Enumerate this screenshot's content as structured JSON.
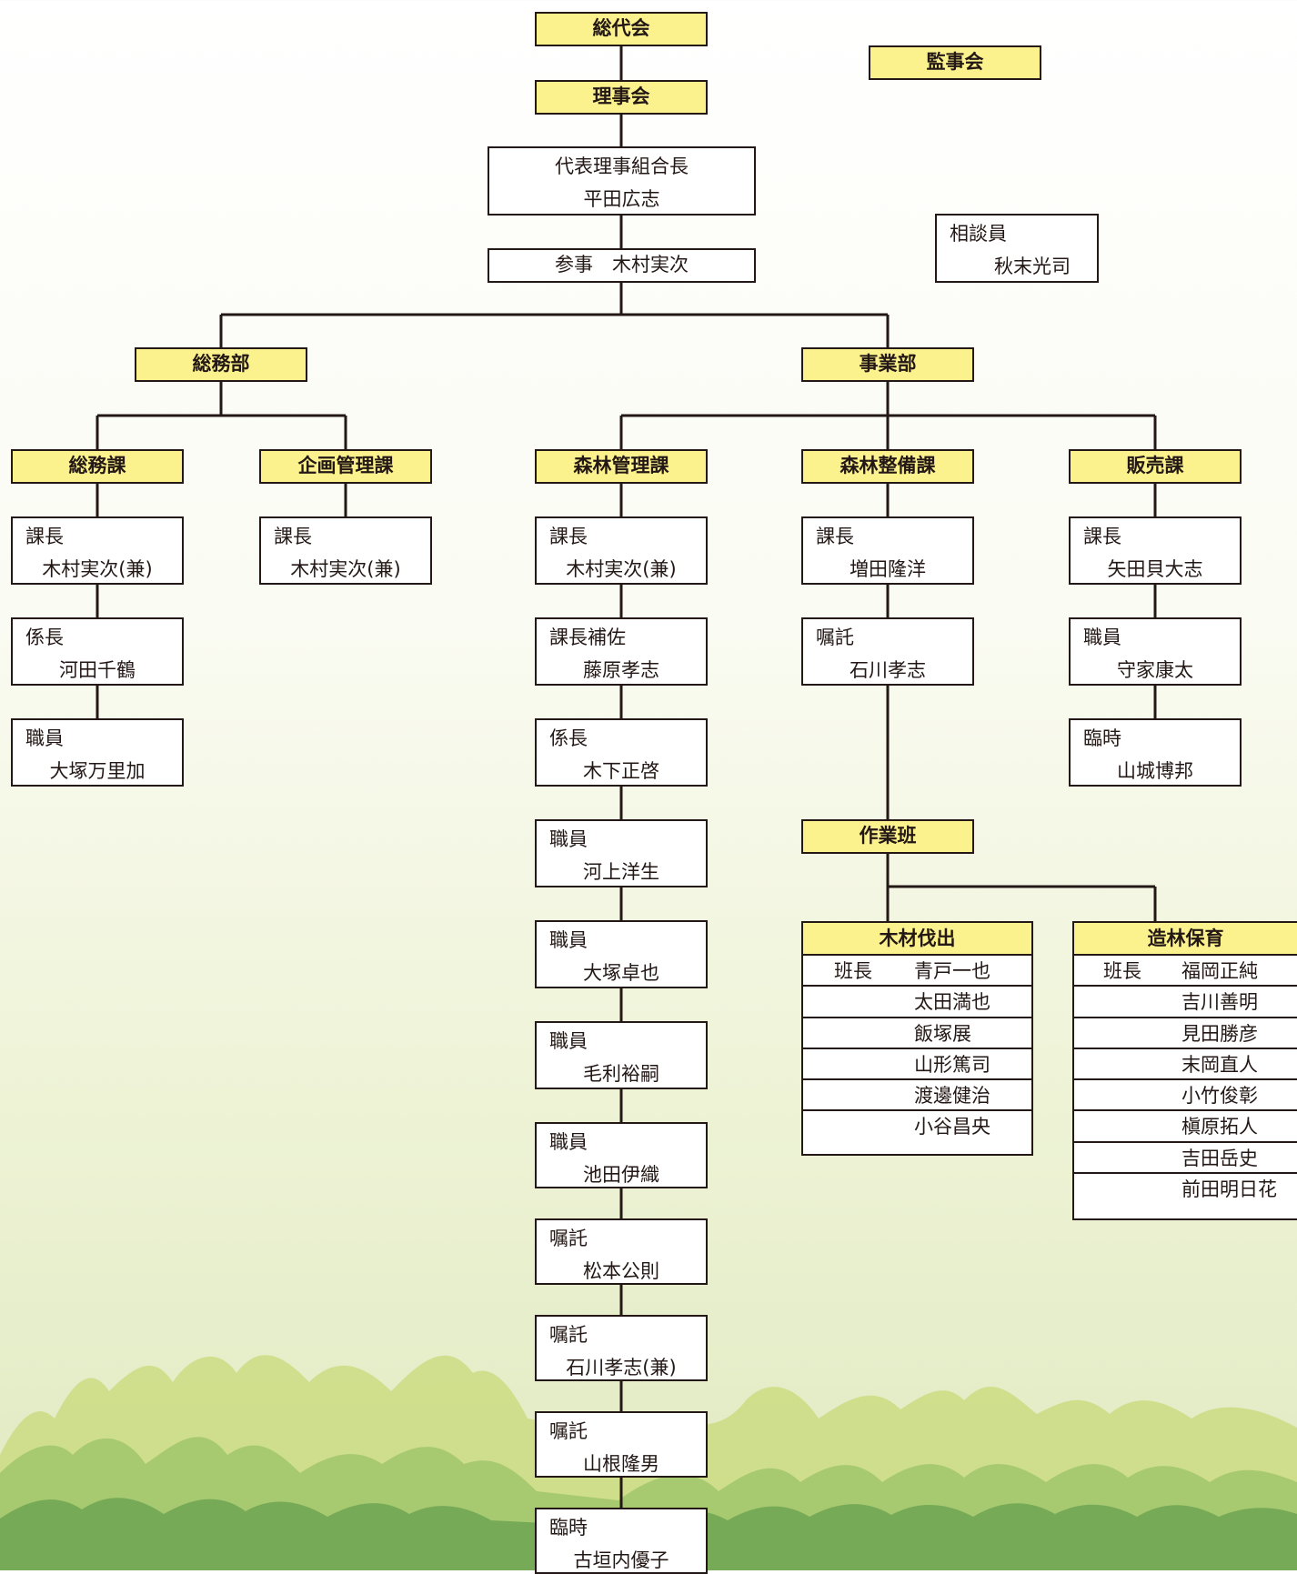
{
  "colors": {
    "header_fill": "#fbf28d",
    "border": "#231815",
    "forest_dark": "#5f9a4a",
    "forest_light": "#c8da78"
  },
  "top": {
    "general_assembly": "総代会",
    "board": "理事会",
    "auditors": "監事会",
    "president_title": "代表理事組合長",
    "president_name": "平田広志",
    "counselor_line": "参事　木村実次",
    "advisor_title": "相談員",
    "advisor_name": "秋末光司"
  },
  "departments": {
    "general_affairs": "総務部",
    "operations": "事業部"
  },
  "sections": {
    "soumu": {
      "title": "総務課",
      "staff": [
        {
          "role": "課長",
          "name": "木村実次(兼)"
        },
        {
          "role": "係長",
          "name": "河田千鶴"
        },
        {
          "role": "職員",
          "name": "大塚万里加"
        }
      ]
    },
    "kikaku": {
      "title": "企画管理課",
      "staff": [
        {
          "role": "課長",
          "name": "木村実次(兼)"
        }
      ]
    },
    "shinrin_kanri": {
      "title": "森林管理課",
      "staff": [
        {
          "role": "課長",
          "name": "木村実次(兼)"
        },
        {
          "role": "課長補佐",
          "name": "藤原孝志"
        },
        {
          "role": "係長",
          "name": "木下正啓"
        },
        {
          "role": "職員",
          "name": "河上洋生"
        },
        {
          "role": "職員",
          "name": "大塚卓也"
        },
        {
          "role": "職員",
          "name": "毛利裕嗣"
        },
        {
          "role": "職員",
          "name": "池田伊織"
        },
        {
          "role": "嘱託",
          "name": "松本公則"
        },
        {
          "role": "嘱託",
          "name": "石川孝志(兼)"
        },
        {
          "role": "嘱託",
          "name": "山根隆男"
        },
        {
          "role": "臨時",
          "name": "古垣内優子"
        }
      ]
    },
    "shinrin_seibi": {
      "title": "森林整備課",
      "staff": [
        {
          "role": "課長",
          "name": "増田隆洋"
        },
        {
          "role": "嘱託",
          "name": "石川孝志"
        }
      ]
    },
    "hanbai": {
      "title": "販売課",
      "staff": [
        {
          "role": "課長",
          "name": "矢田貝大志"
        },
        {
          "role": "職員",
          "name": "守家康太"
        },
        {
          "role": "臨時",
          "name": "山城博邦"
        }
      ]
    }
  },
  "work_crew": {
    "title": "作業班",
    "teams": [
      {
        "title": "木材伐出",
        "leader_role": "班長",
        "members": [
          "青戸一也",
          "太田満也",
          "飯塚展",
          "山形篤司",
          "渡邊健治",
          "小谷昌央"
        ]
      },
      {
        "title": "造林保育",
        "leader_role": "班長",
        "members": [
          "福岡正純",
          "吉川善明",
          "見田勝彦",
          "末岡直人",
          "小竹俊彰",
          "槇原拓人",
          "吉田岳史",
          "前田明日花"
        ]
      }
    ]
  }
}
